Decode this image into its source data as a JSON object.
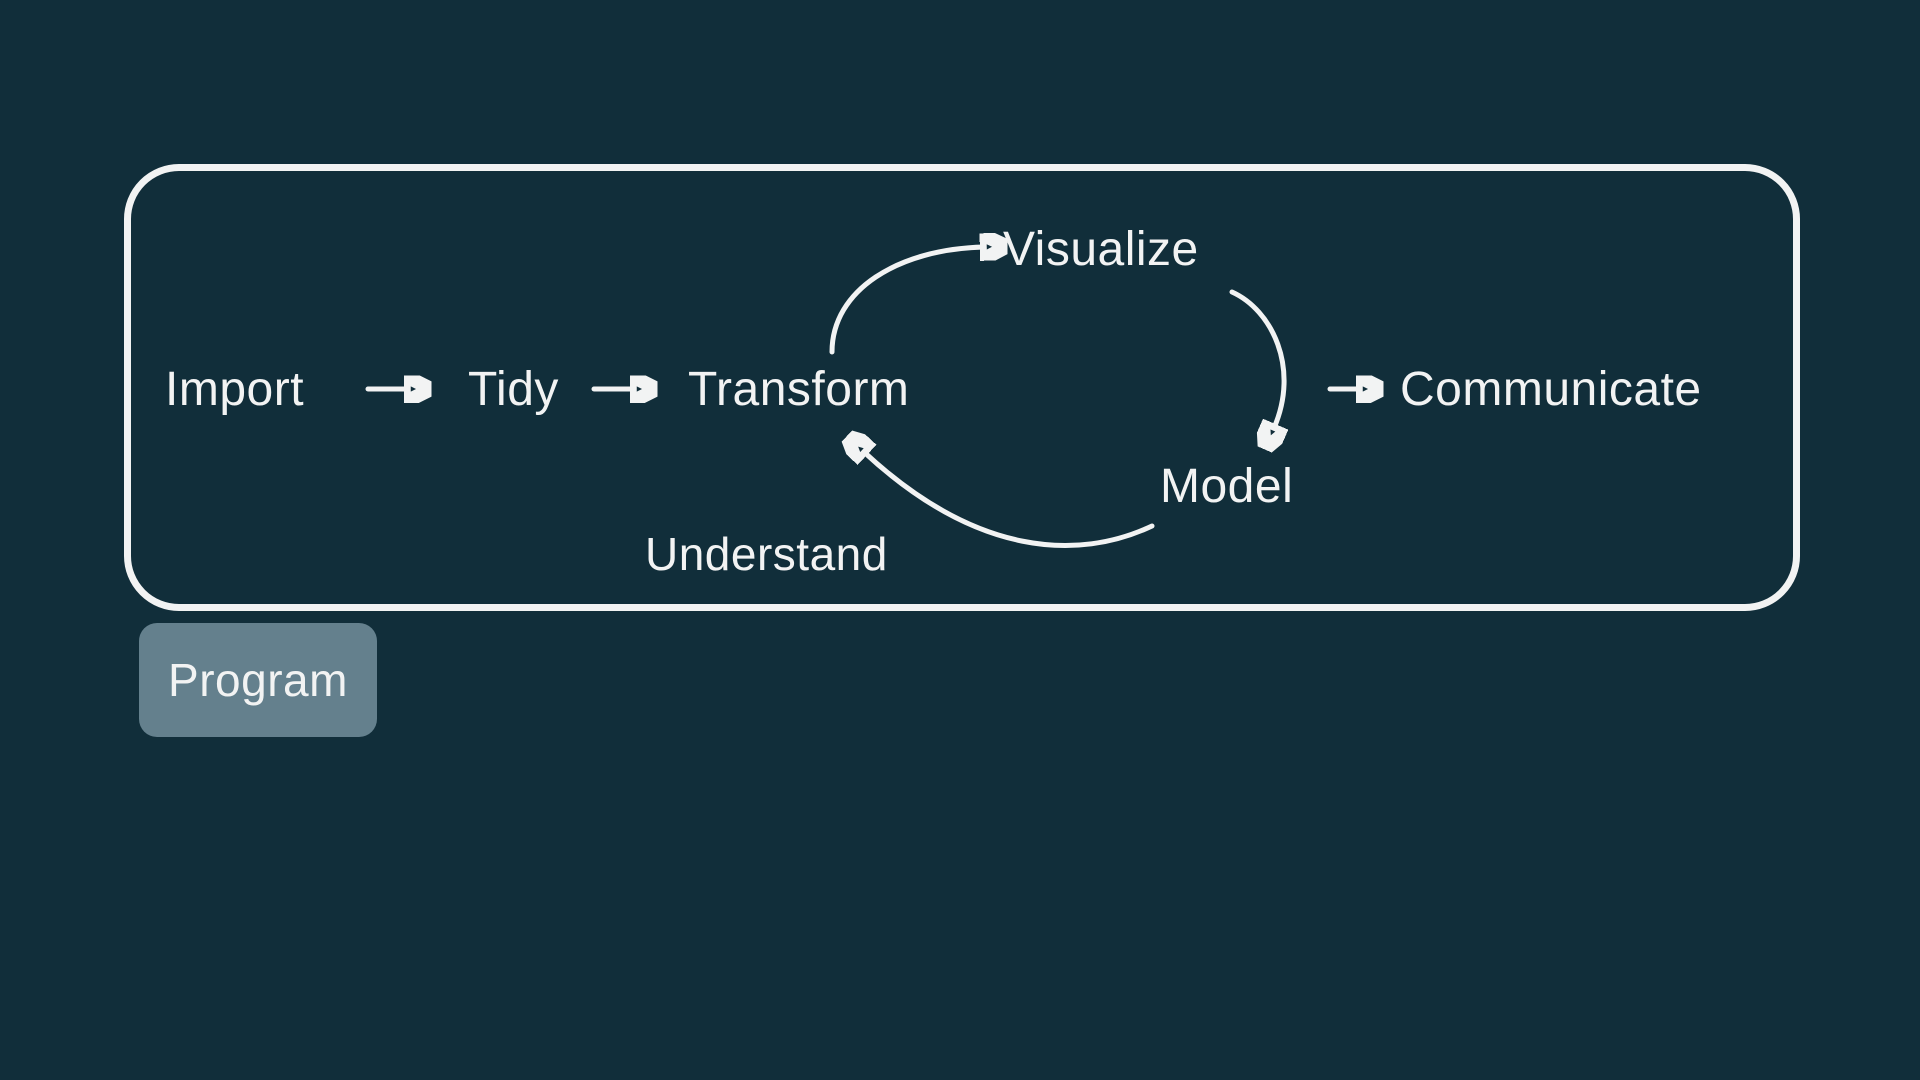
{
  "colors": {
    "bg": "#112E3A",
    "fg": "#F2F3F3",
    "badge": "#64808D"
  },
  "diagram": {
    "pipeline": [
      {
        "label": "Import"
      },
      {
        "label": "Tidy"
      },
      {
        "label": "Transform"
      }
    ],
    "cycle": {
      "top": "Visualize",
      "bottom": "Model",
      "label": "Understand"
    },
    "output": {
      "label": "Communicate"
    },
    "program": {
      "label": "Program"
    }
  }
}
